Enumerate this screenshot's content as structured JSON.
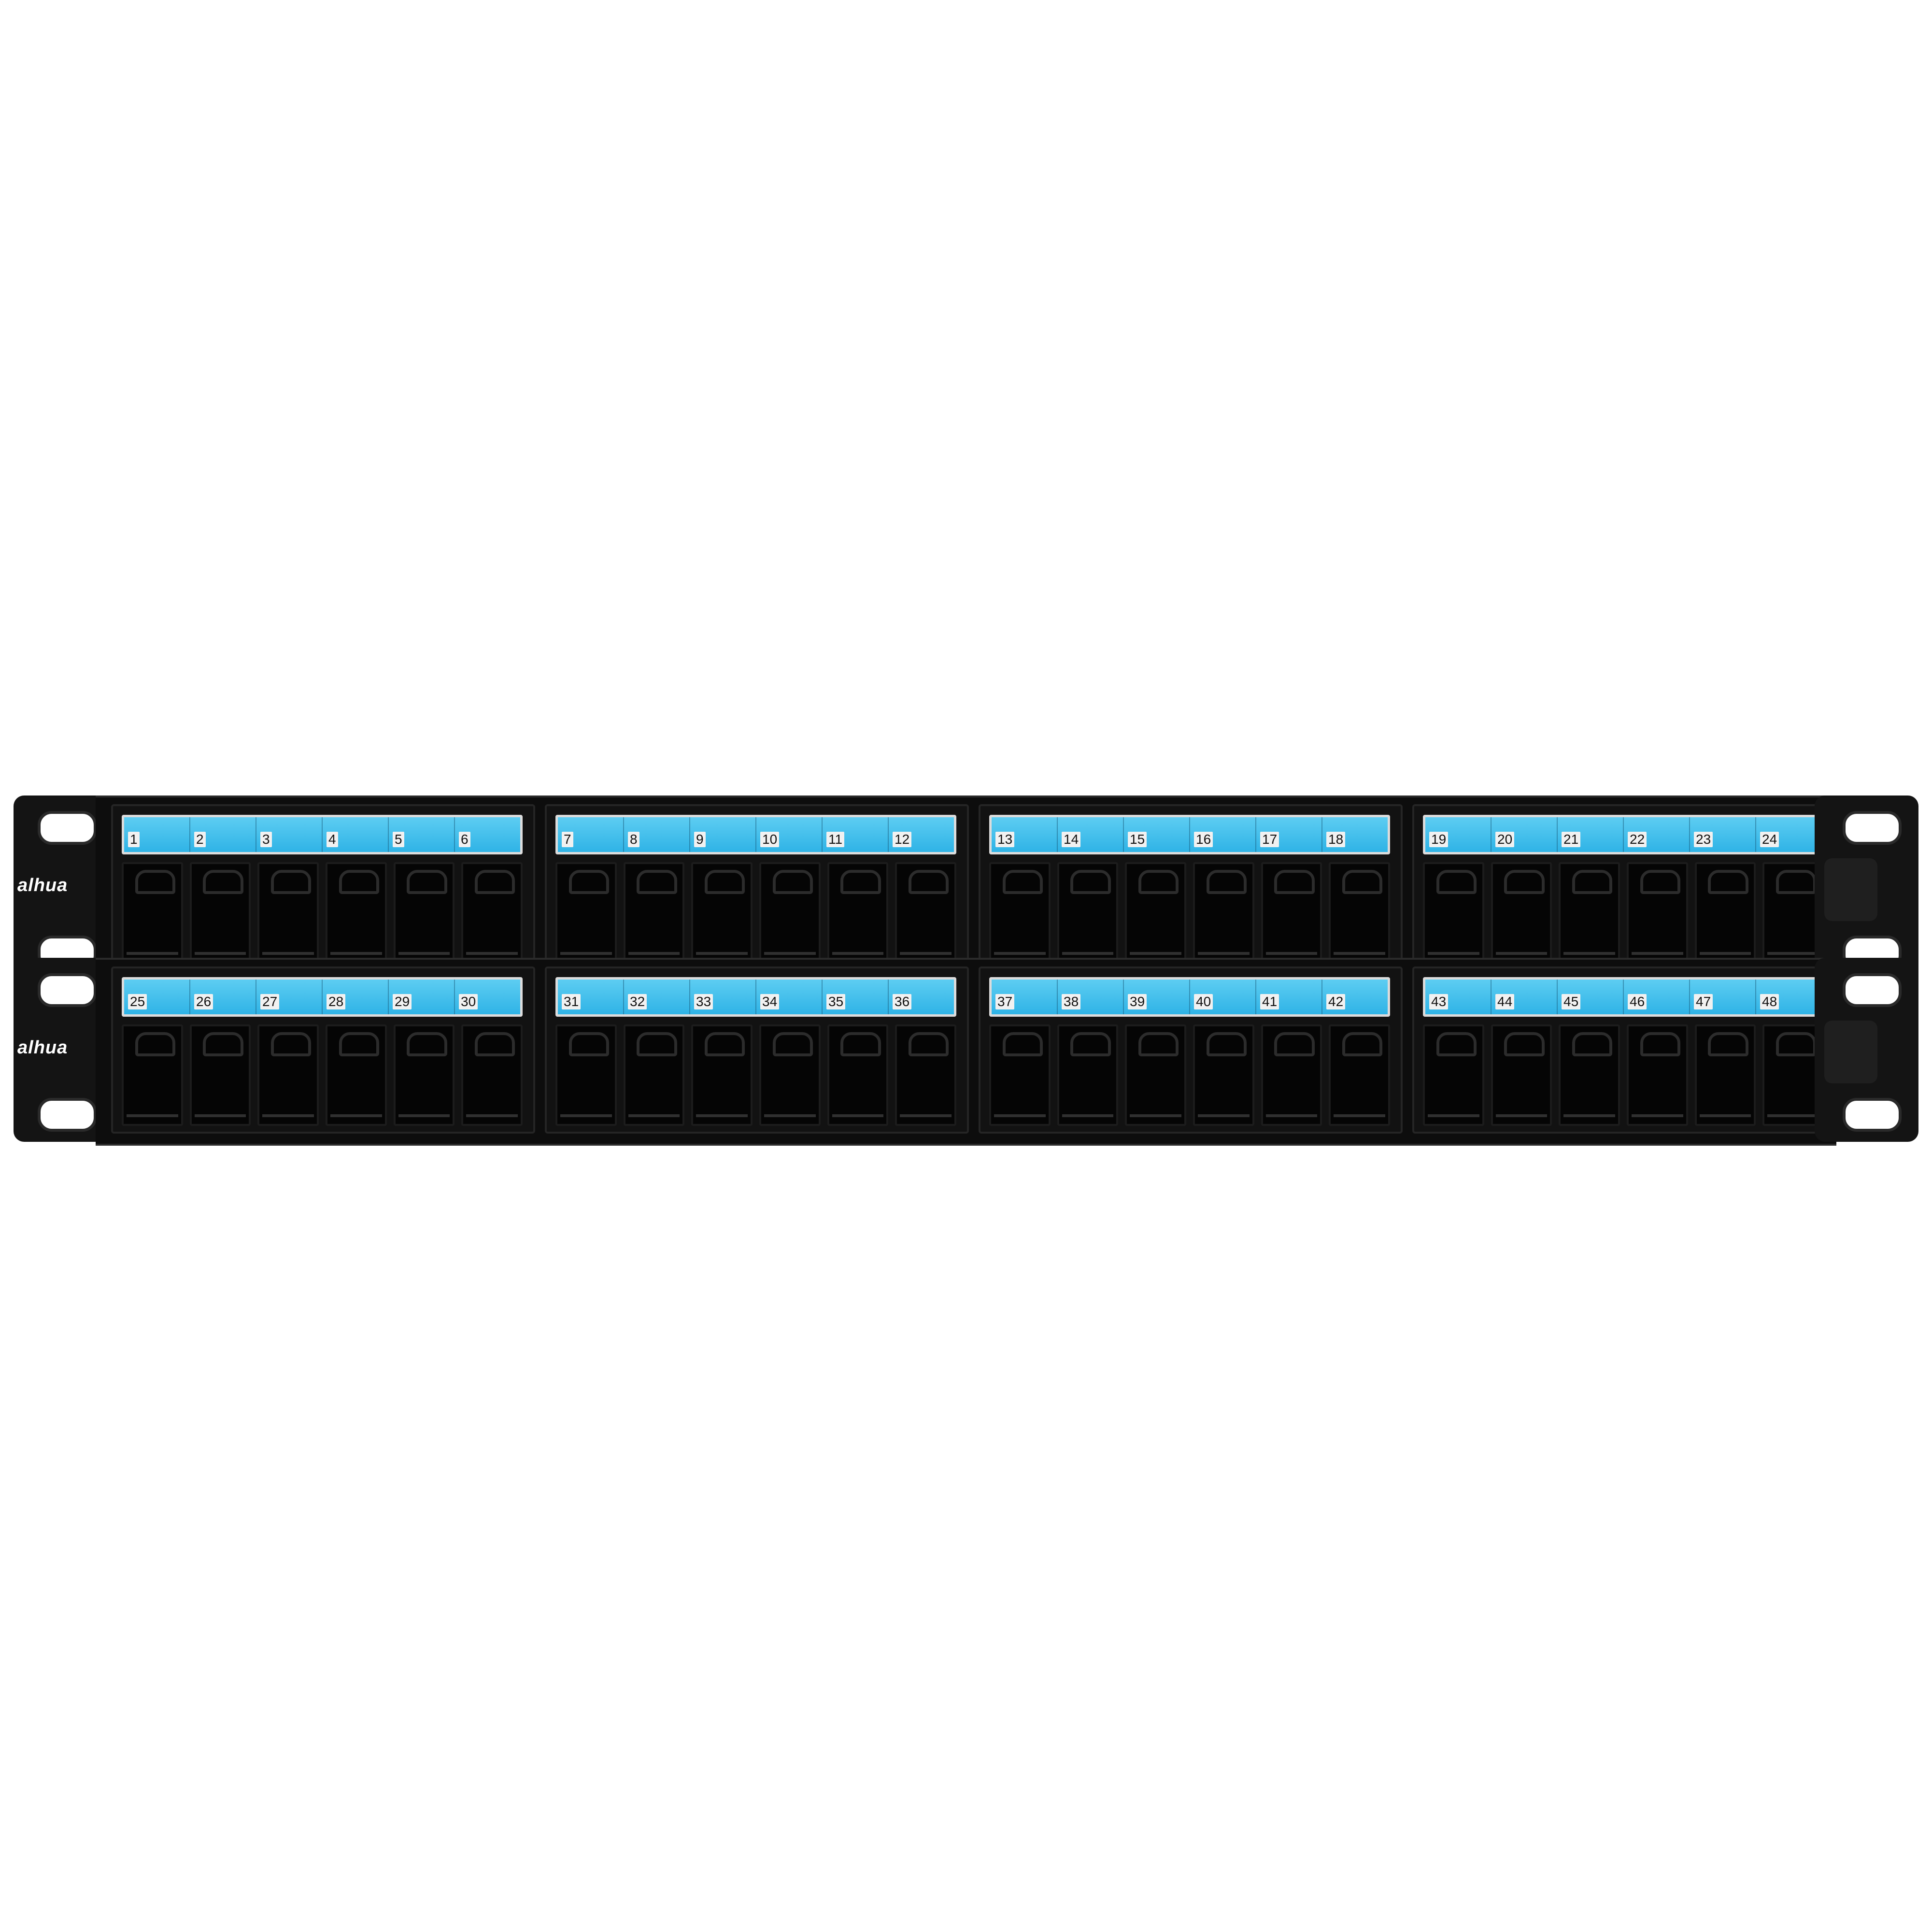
{
  "brand": "alhua",
  "colors": {
    "label_blue": "#3bbdec",
    "panel_black": "#0d0d0d",
    "background": "#ffffff"
  },
  "panels": [
    {
      "modules": [
        {
          "ports": [
            "1",
            "2",
            "3",
            "4",
            "5",
            "6"
          ]
        },
        {
          "ports": [
            "7",
            "8",
            "9",
            "10",
            "11",
            "12"
          ]
        },
        {
          "ports": [
            "13",
            "14",
            "15",
            "16",
            "17",
            "18"
          ]
        },
        {
          "ports": [
            "19",
            "20",
            "21",
            "22",
            "23",
            "24"
          ]
        }
      ]
    },
    {
      "modules": [
        {
          "ports": [
            "25",
            "26",
            "27",
            "28",
            "29",
            "30"
          ]
        },
        {
          "ports": [
            "31",
            "32",
            "33",
            "34",
            "35",
            "36"
          ]
        },
        {
          "ports": [
            "37",
            "38",
            "39",
            "40",
            "41",
            "42"
          ]
        },
        {
          "ports": [
            "43",
            "44",
            "45",
            "46",
            "47",
            "48"
          ]
        }
      ]
    }
  ]
}
